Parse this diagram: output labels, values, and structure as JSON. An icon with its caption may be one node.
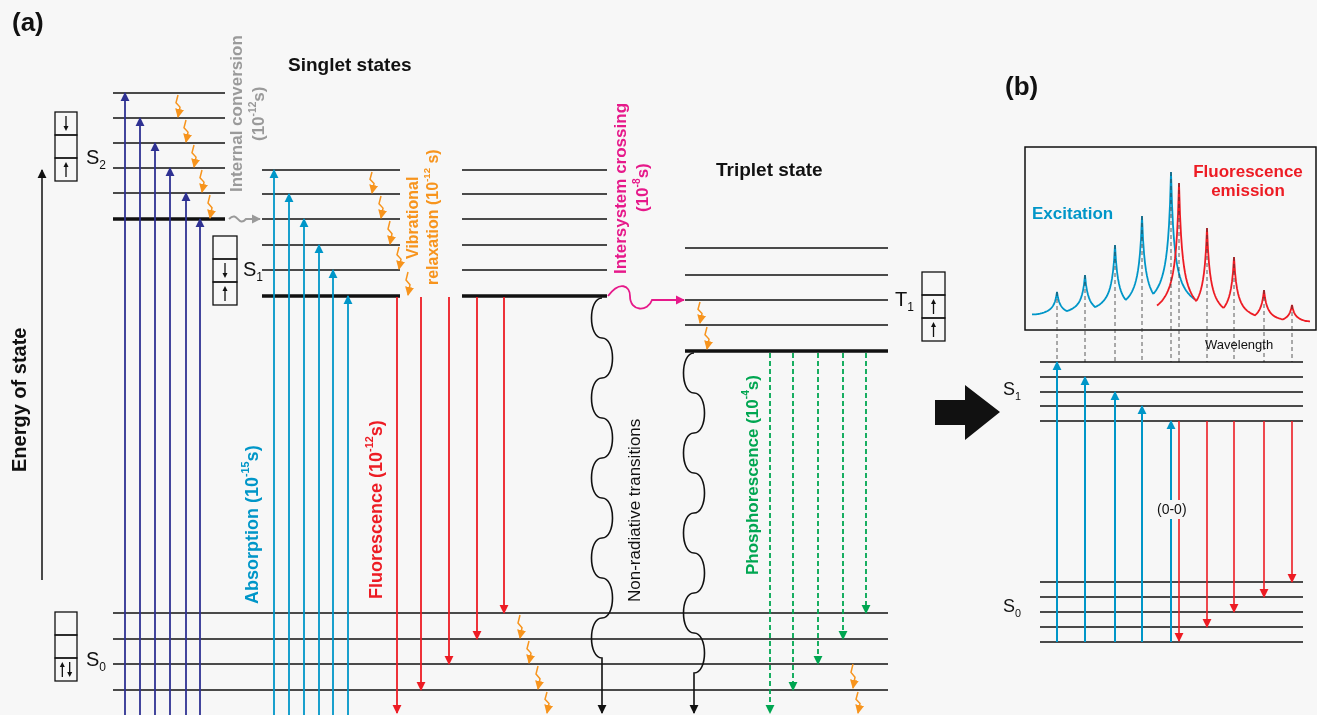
{
  "diagram": {
    "labels": [
      "(a)",
      "Singlet states",
      "Internal conversion (10$^{-12}$s)",
      "S$_{2}$",
      "Vibrational relaxation (10$^{-12}$ s)",
      "Intersystem crossing (10$^{-8}$s)",
      "Triplet state",
      "(b)",
      "Fluorescence emission",
      "Excitation",
      "S$_{1}$",
      "T$_{1}$",
      "Energy of state",
      "Wavelength",
      "S$_{1}$",
      "Absorption (10$^{-15}$s)",
      "Fluorescence (10$^{-12}$s)",
      "Non-radiative transitions",
      "Phosphorescence (10$^{-4}$s)",
      "(0-0)",
      "S$_{0}$",
      "S$_{0}$"
    ]
  }
}
